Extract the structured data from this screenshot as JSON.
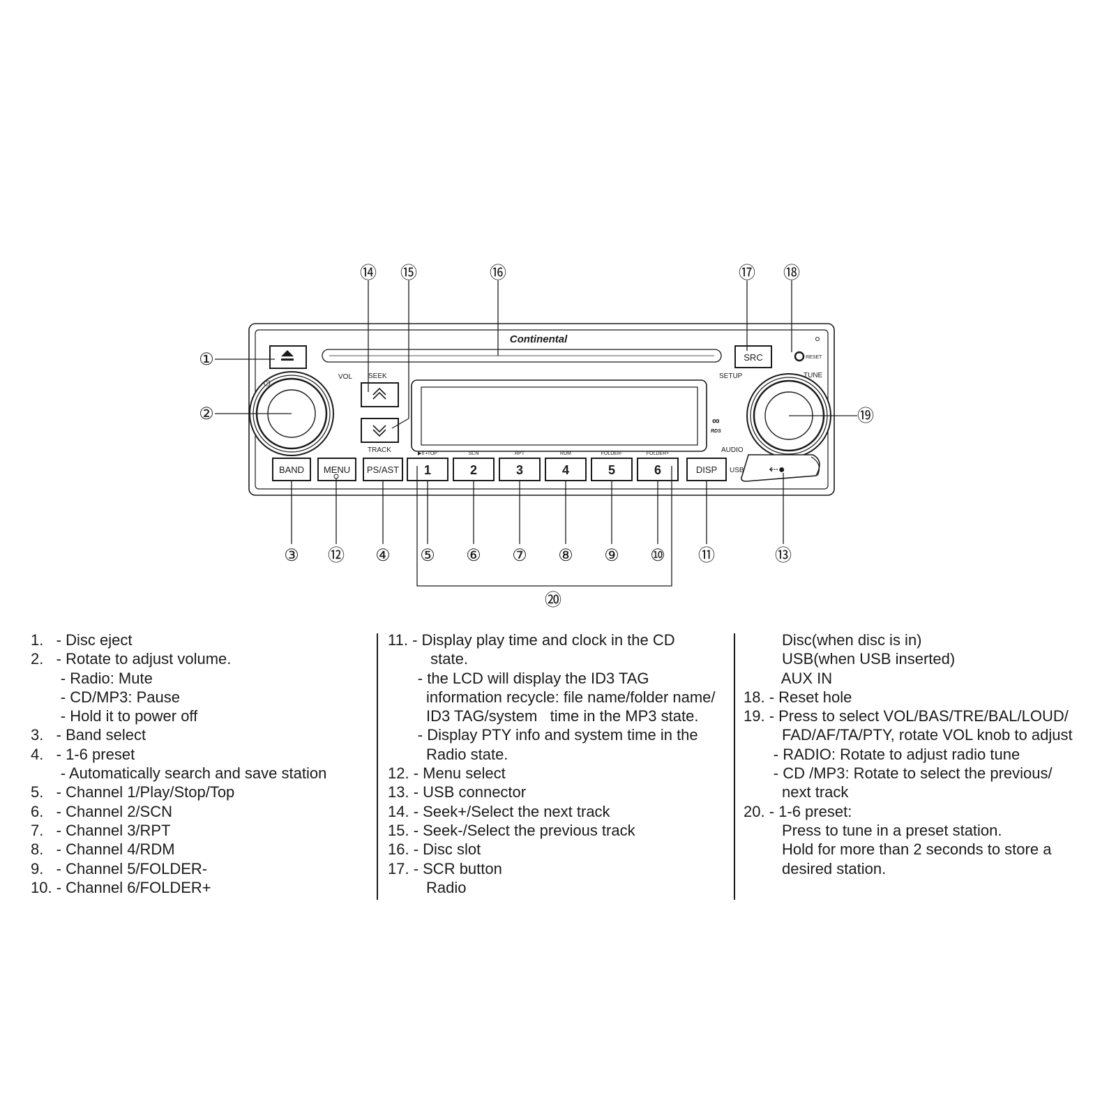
{
  "unit": {
    "brand": "Continental",
    "labels": {
      "vol": "VOL",
      "seek": "SEEK",
      "track": "TRACK",
      "setup": "SETUP",
      "tune": "TUNE",
      "audio": "AUDIO",
      "usb": "USB",
      "reset": "RESET",
      "rds": "RDS"
    },
    "buttons": {
      "src": "SRC",
      "band": "BAND",
      "menu": "MENU",
      "psast": "PS/AST",
      "disp": "DISP"
    },
    "presets": [
      {
        "num": "1",
        "label": "▶II ▪TOP"
      },
      {
        "num": "2",
        "label": "SCN"
      },
      {
        "num": "3",
        "label": "RPT"
      },
      {
        "num": "4",
        "label": "RDM"
      },
      {
        "num": "5",
        "label": "FOLDER-"
      },
      {
        "num": "6",
        "label": "FOLDER+"
      }
    ]
  },
  "callouts": [
    "①",
    "②",
    "③",
    "④",
    "⑤",
    "⑥",
    "⑦",
    "⑧",
    "⑨",
    "⑩",
    "⑪",
    "⑫",
    "⑬",
    "⑭",
    "⑮",
    "⑯",
    "⑰",
    "⑱",
    "⑲",
    "⑳"
  ],
  "legend": {
    "col1": [
      "1.   - Disc eject",
      "2.   - Rotate to adjust volume.",
      "       - Radio: Mute",
      "       - CD/MP3: Pause",
      "       - Hold it to power off",
      "3.   - Band select",
      "4.   - 1-6 preset",
      "       - Automatically search and save station",
      "5.   - Channel 1/Play/Stop/Top",
      "6.   - Channel 2/SCN",
      "7.   - Channel 3/RPT",
      "8.   - Channel 4/RDM",
      "9.   - Channel 5/FOLDER-",
      "10. - Channel 6/FOLDER+"
    ],
    "col2": [
      "11. - Display play time and clock in the CD",
      "          state.",
      "       - the LCD will display the ID3 TAG",
      "         information recycle: file name/folder name/",
      "         ID3 TAG/system   time in the MP3 state.",
      "       - Display PTY info and system time in the",
      "         Radio state.",
      "12. - Menu select",
      "13. - USB connector",
      "14. - Seek+/Select the next track",
      "15. - Seek-/Select the previous track",
      "16. - Disc slot",
      "17. - SCR button",
      "         Radio"
    ],
    "col3": [
      "         Disc(when disc is in)",
      "         USB(when USB inserted)",
      "         AUX IN",
      "18. - Reset hole",
      "19. - Press to select VOL/BAS/TRE/BAL/LOUD/",
      "         FAD/AF/TA/PTY, rotate VOL knob to adjust",
      "       - RADIO: Rotate to adjust radio tune",
      "       - CD /MP3: Rotate to select the previous/",
      "         next track",
      "20. - 1-6 preset:",
      "         Press to tune in a preset station.",
      "         Hold for more than 2 seconds to store a",
      "         desired station."
    ]
  }
}
